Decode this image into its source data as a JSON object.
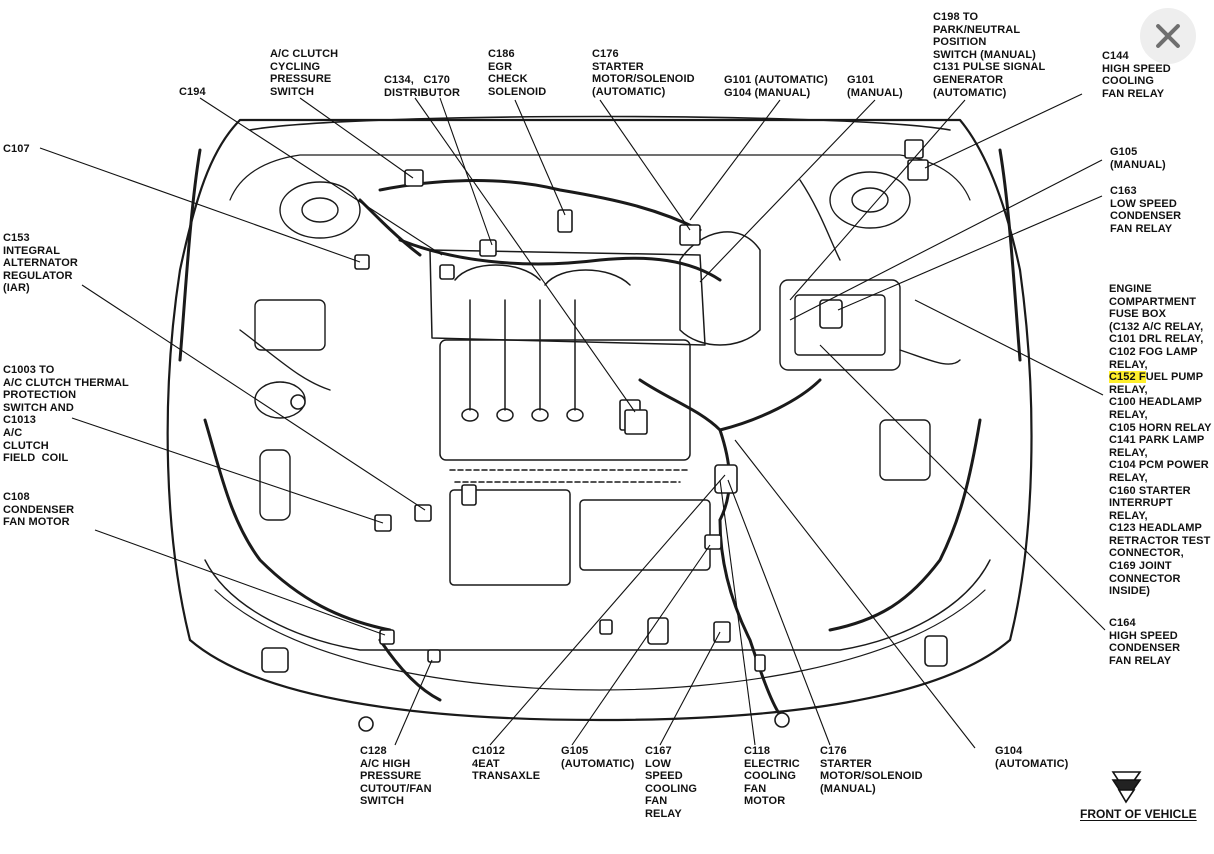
{
  "close_button": {
    "icon": "close-icon"
  },
  "front_of_vehicle": "FRONT OF VEHICLE",
  "highlight": {
    "text": "C152 F",
    "color": "#ffef2a"
  },
  "labels": {
    "c194": "C194",
    "ac_clutch_cycling": "A/C CLUTCH\nCYCLING\nPRESSURE\nSWITCH",
    "c134_c170": "C134,   C170\nDISTRIBUTOR",
    "c186": "C186\nEGR\nCHECK\nSOLENOID",
    "c176_auto": "C176\nSTARTER\nMOTOR/SOLENOID\n(AUTOMATIC)",
    "g101_auto": "G101 (AUTOMATIC)\nG104 (MANUAL)",
    "g101_manual": "G101\n(MANUAL)",
    "c198": "C198 TO\nPARK/NEUTRAL\nPOSITION\nSWITCH (MANUAL)\nC131 PULSE SIGNAL\nGENERATOR\n(AUTOMATIC)",
    "c144": "C144\nHIGH SPEED\nCOOLING\nFAN RELAY",
    "c107": "C107",
    "c153": "C153\nINTEGRAL\nALTERNATOR\nREGULATOR\n(IAR)",
    "c1003": "C1003 TO\nA/C CLUTCH THERMAL\nPROTECTION\nSWITCH AND\nC1013\nA/C\nCLUTCH\nFIELD  COIL",
    "c108": "C108\nCONDENSER\nFAN MOTOR",
    "g105_manual": "G105\n(MANUAL)",
    "c163": "C163\nLOW SPEED\nCONDENSER\nFAN RELAY",
    "fuse_box_a": "ENGINE\nCOMPARTMENT\nFUSE BOX\n(C132 A/C RELAY,\nC101 DRL RELAY,\nC102 FOG LAMP\nRELAY,",
    "fuse_box_hl": "C152 F",
    "fuse_box_rest": "UEL PUMP",
    "fuse_box_b": "RELAY,\nC100 HEADLAMP\nRELAY,\nC105 HORN RELAY\nC141 PARK LAMP\nRELAY,\nC104 PCM POWER\nRELAY,\nC160 STARTER\nINTERRUPT\nRELAY,\nC123 HEADLAMP\nRETRACTOR TEST\nCONNECTOR,\nC169 JOINT\nCONNECTOR\nINSIDE)",
    "c164": "C164\nHIGH SPEED\nCONDENSER\nFAN RELAY",
    "c128": "C128\nA/C HIGH\nPRESSURE\nCUTOUT/FAN\nSWITCH",
    "c1012": "C1012\n4EAT\nTRANSAXLE",
    "g105_auto": "G105\n(AUTOMATIC)",
    "c167": "C167\nLOW\nSPEED\nCOOLING\nFAN\nRELAY",
    "c118": "C118\nELECTRIC\nCOOLING\nFAN\nMOTOR",
    "c176_manual": "C176\nSTARTER\nMOTOR/SOLENOID\n(MANUAL)",
    "g104_auto": "G104\n(AUTOMATIC)"
  }
}
